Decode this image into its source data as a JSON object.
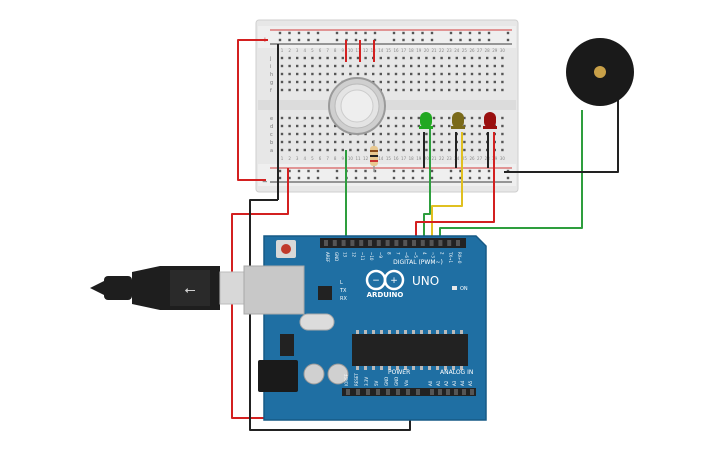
{
  "board": {
    "brand": "ARDUINO",
    "model": "UNO",
    "digital_header": "DIGITAL (PWM~)",
    "power_header": "POWER",
    "analog_header": "ANALOG IN",
    "on_label": "ON",
    "tx_label": "TX",
    "rx_label": "RX",
    "l_label": "L",
    "digital_pins": [
      "AREF",
      "GND",
      "13",
      "12",
      "~11",
      "~10",
      "~9",
      "8",
      "7",
      "~6",
      "~5",
      "4",
      "~3",
      "2",
      "TX→1",
      "RX←0"
    ],
    "power_pins": [
      "IOREF",
      "RESET",
      "3.3V",
      "5V",
      "GND",
      "GND",
      "Vin"
    ],
    "analog_pins": [
      "A0",
      "A1",
      "A2",
      "A3",
      "A4",
      "A5"
    ]
  },
  "breadboard": {
    "row_letters_top": [
      "j",
      "i",
      "h",
      "g",
      "f"
    ],
    "row_letters_bottom": [
      "e",
      "d",
      "c",
      "b",
      "a"
    ],
    "columns": [
      "1",
      "2",
      "3",
      "4",
      "5",
      "6",
      "7",
      "8",
      "9",
      "10",
      "11",
      "12",
      "13",
      "14",
      "15",
      "16",
      "17",
      "18",
      "19",
      "20",
      "21",
      "22",
      "23",
      "24",
      "25",
      "26",
      "27",
      "28",
      "29",
      "30"
    ],
    "rail_plus": "+",
    "rail_minus": "−"
  },
  "components": {
    "leds": [
      {
        "name": "green-led",
        "color": "#22a822"
      },
      {
        "name": "yellow-led",
        "color": "#7a6a1a"
      },
      {
        "name": "red-led",
        "color": "#9a1010"
      }
    ],
    "buzzer_color": "#1a1a1a",
    "gas_sensor_color": "#d9d9d9",
    "usb_cable_color": "#1e1e1e"
  },
  "colors": {
    "board_blue": "#1f6fa3",
    "wire_red": "#d32020",
    "wire_black": "#222222",
    "wire_green": "#2e9e3e",
    "wire_yellow": "#e0c020"
  }
}
